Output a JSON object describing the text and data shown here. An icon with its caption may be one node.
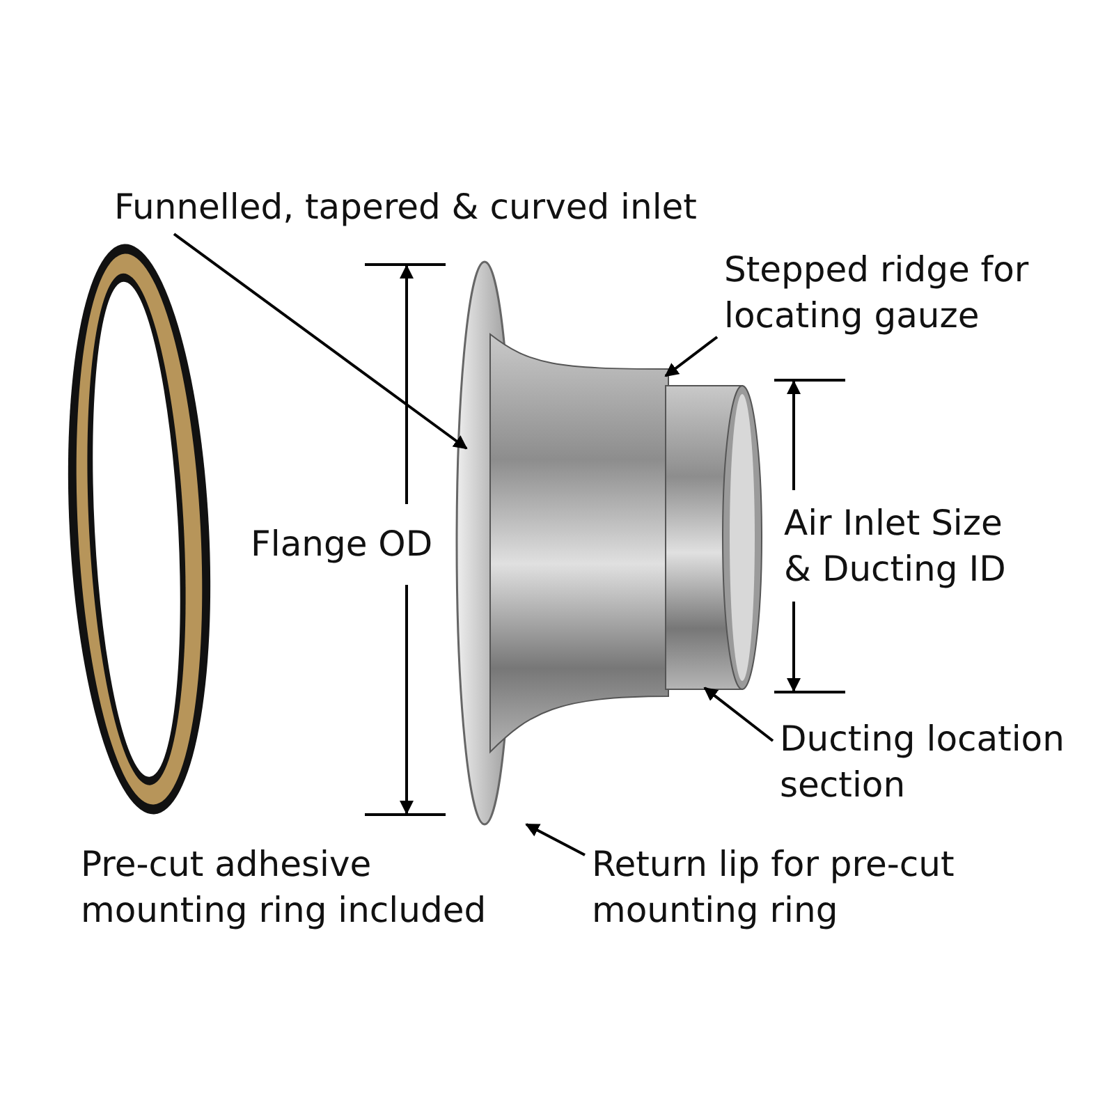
{
  "diagram": {
    "nodes": [
      {
        "text": [
          "Funnelled, tapered & curved inlet"
        ]
      },
      {
        "text": [
          "Stepped ridge for locating gauze"
        ]
      },
      {
        "text": [
          "Ducting location section"
        ]
      },
      {
        "text": [
          "Return lip for pre-cut mounting ring"
        ]
      },
      {
        "text": [],
        "shape": "picture"
      }
    ],
    "edges": [
      {
        "from": 0,
        "to": 4,
        "arrow": "to"
      },
      {
        "from": 1,
        "to": 4,
        "arrow": "to"
      },
      {
        "from": 2,
        "to": 4,
        "arrow": "to"
      },
      {
        "from": 3,
        "to": 4,
        "arrow": "to"
      }
    ],
    "labels": [
      "Flange OD",
      "Air Inlet Size & Ducting ID",
      "Pre-cut adhesive mounting ring included"
    ]
  }
}
